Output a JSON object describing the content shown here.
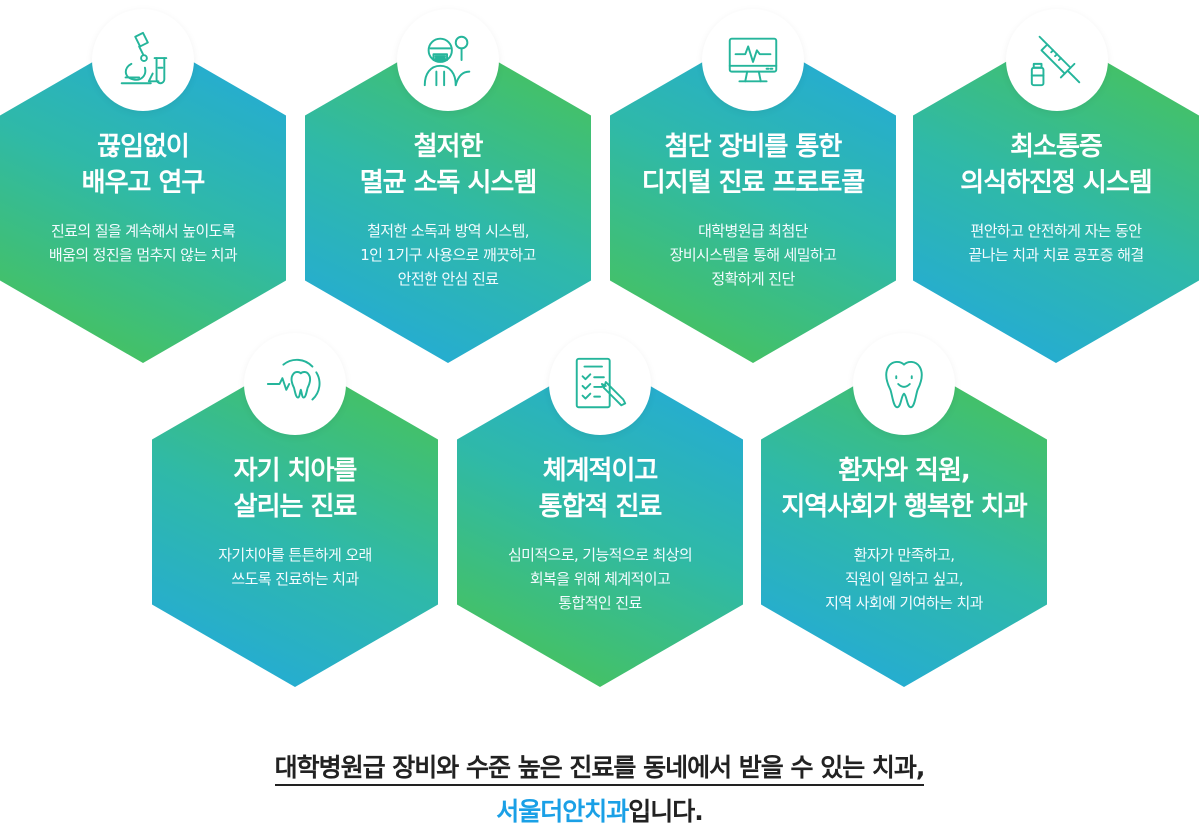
{
  "colors": {
    "gradient_blue": "#22a8e0",
    "gradient_teal": "#2fb9a8",
    "gradient_green": "#4cc44e",
    "icon_stroke": "#25b59b",
    "brand_blue": "#1aa0e6",
    "text_dark": "#222222"
  },
  "cards": [
    {
      "icon": "microscope-icon",
      "title": "끊임없이\n배우고 연구",
      "desc": "진료의 질을 계속해서 높이도록\n배움의 정진을 멈추지 않는 치과"
    },
    {
      "icon": "sterile-staff-icon",
      "title": "철저한\n멸균 소독 시스템",
      "desc": "철저한 소독과 방역 시스템,\n1인 1기구 사용으로 깨끗하고\n안전한 안심 진료"
    },
    {
      "icon": "monitor-pulse-icon",
      "title": "첨단 장비를 통한\n디지털 진료 프로토콜",
      "desc": "대학병원급 최첨단\n장비시스템을 통해 세밀하고\n정확하게 진단"
    },
    {
      "icon": "syringe-icon",
      "title": "최소통증\n의식하진정 시스템",
      "desc": "편안하고 안전하게 자는 동안\n끝나는 치과 치료 공포증 해결"
    },
    {
      "icon": "tooth-pulse-icon",
      "title": "자기 치아를\n살리는 진료",
      "desc": "자기치아를 튼튼하게 오래\n쓰도록 진료하는 치과"
    },
    {
      "icon": "checklist-icon",
      "title": "체계적이고\n통합적 진료",
      "desc": "심미적으로, 기능적으로 최상의\n회복을 위해 체계적이고\n통합적인 진료"
    },
    {
      "icon": "smiling-tooth-icon",
      "title": "환자와 직원,\n지역사회가 행복한 치과",
      "desc": "환자가 만족하고,\n직원이 일하고 싶고,\n지역 사회에 기여하는 치과"
    }
  ],
  "footer": {
    "line1": "대학병원급 장비와 수준 높은 진료를 동네에서 받을 수 있는 치과,",
    "brand": "서울더안치과",
    "line2_suffix": "입니다."
  }
}
